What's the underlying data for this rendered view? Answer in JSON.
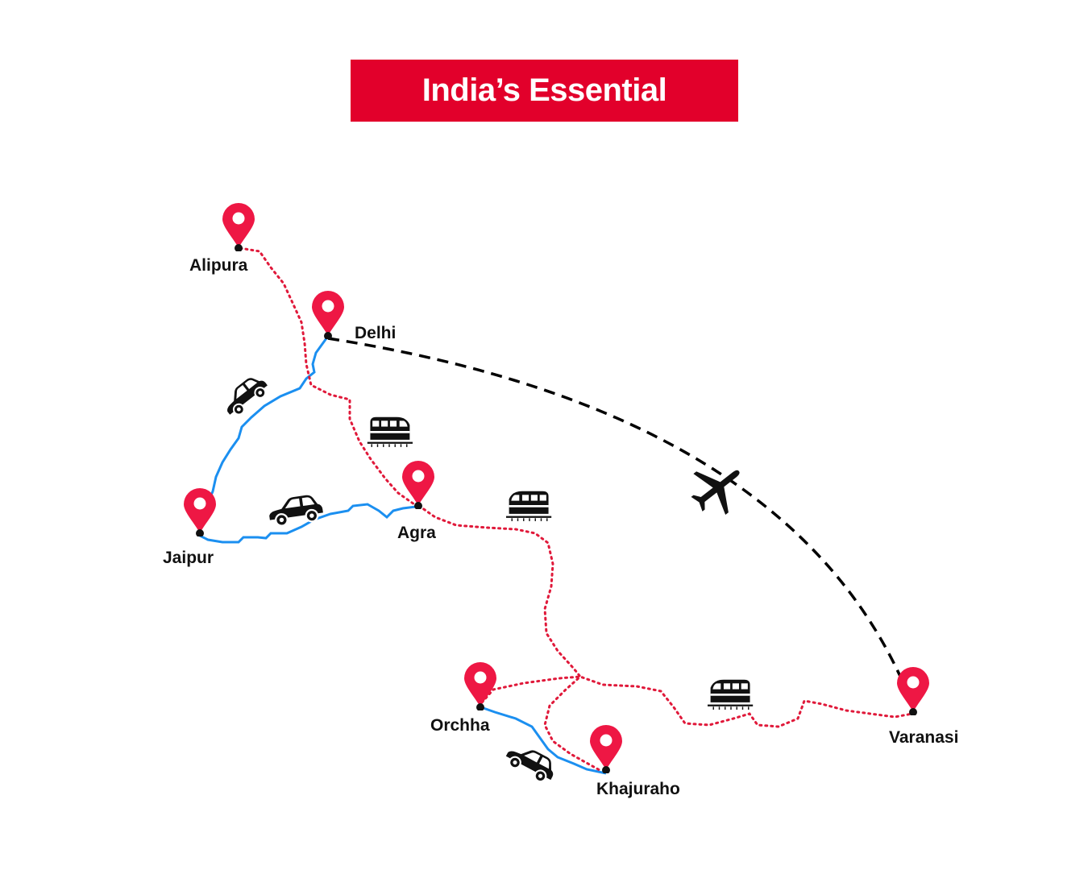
{
  "title": "India’s Essential",
  "colors": {
    "banner": "#e2002b",
    "pin": "#ee1744",
    "road_route": "#1b8ff0",
    "rail_route": "#e0193a",
    "air_route": "#000000",
    "icon": "#111111"
  },
  "cities": [
    {
      "id": "alipura",
      "name": "Alipura"
    },
    {
      "id": "delhi",
      "name": "Delhi"
    },
    {
      "id": "jaipur",
      "name": "Jaipur"
    },
    {
      "id": "agra",
      "name": "Agra"
    },
    {
      "id": "orchha",
      "name": "Orchha"
    },
    {
      "id": "khajuraho",
      "name": "Khajuraho"
    },
    {
      "id": "varanasi",
      "name": "Varanasi"
    }
  ],
  "routes": [
    {
      "id": "alipura-agra",
      "mode": "rail",
      "from": "Alipura",
      "to": "Agra",
      "icon": "train-icon"
    },
    {
      "id": "delhi-jaipur",
      "mode": "road",
      "from": "Delhi",
      "to": "Jaipur",
      "icon": "car-icon"
    },
    {
      "id": "jaipur-agra",
      "mode": "road",
      "from": "Jaipur",
      "to": "Agra",
      "icon": "car-icon"
    },
    {
      "id": "agra-khajuraho",
      "mode": "rail",
      "from": "Agra",
      "to": "Khajuraho",
      "icon": "train-icon"
    },
    {
      "id": "orchha-khajuraho",
      "mode": "road",
      "from": "Orchha",
      "to": "Khajuraho",
      "icon": "car-icon"
    },
    {
      "id": "orchha-varanasi",
      "mode": "rail",
      "from": "Orchha",
      "to": "Varanasi",
      "icon": "train-icon"
    },
    {
      "id": "delhi-varanasi",
      "mode": "air",
      "from": "Delhi",
      "to": "Varanasi",
      "icon": "airplane-icon"
    }
  ]
}
